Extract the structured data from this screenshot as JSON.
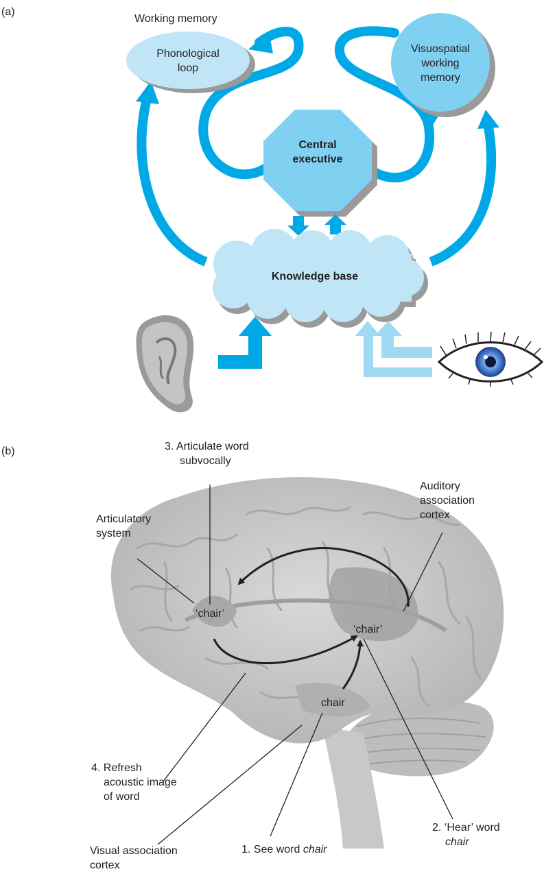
{
  "panel_a": {
    "panel_label": "(a)",
    "title": "Working memory",
    "phonological_loop": [
      "Phonological",
      "loop"
    ],
    "visuospatial": [
      "Visuospatial",
      "working",
      "memory"
    ],
    "central_executive": [
      "Central",
      "executive"
    ],
    "knowledge_base": "Knowledge base",
    "icons": {
      "ear": "ear-icon",
      "eye": "eye-icon"
    },
    "colors": {
      "arrow": "#00a9e6",
      "light_arrow": "#9fd9f4",
      "node": "#bfe5f7",
      "circle": "#7fd0f1",
      "shadow": "#9a9a9a"
    }
  },
  "panel_b": {
    "panel_label": "(b)",
    "label_articulate": [
      "3. Articulate word",
      "subvocally"
    ],
    "label_articulatory": [
      "Articulatory",
      "system"
    ],
    "label_auditory": [
      "Auditory",
      "association",
      "cortex"
    ],
    "word_left": "‘chair’",
    "word_right": "‘chair’",
    "word_bottom": "chair",
    "label_refresh": [
      "4. Refresh",
      "acoustic image",
      "of word"
    ],
    "label_hear_1": "2. ‘Hear’ word",
    "label_hear_2": "chair",
    "label_visual": [
      "Visual association",
      "cortex"
    ],
    "label_see_prefix": "1. See word ",
    "label_see_word": "chair",
    "icons": {
      "brain": "brain-illustration"
    }
  }
}
